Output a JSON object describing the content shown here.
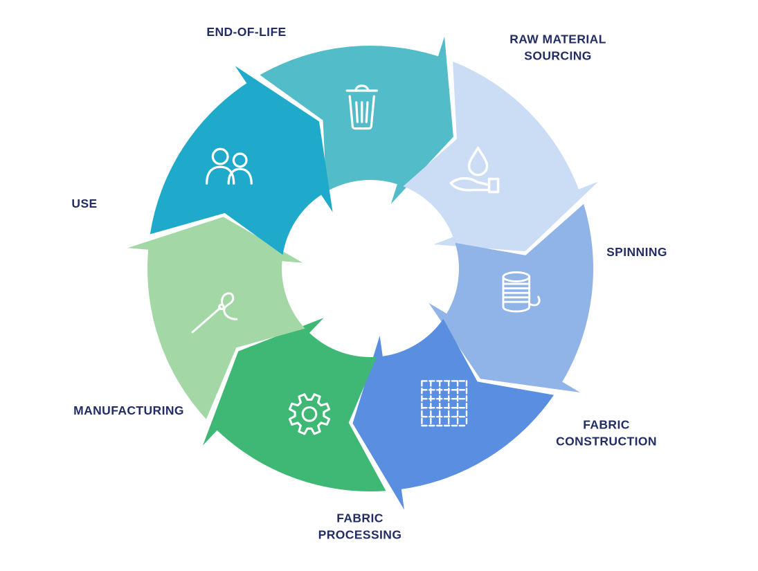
{
  "diagram": {
    "background": "#ffffff",
    "label_color": "#232d64",
    "icon_color": "#ffffff",
    "direction": "clockwise",
    "segments": [
      {
        "id": "end-of-life",
        "label": "END-OF-LIFE",
        "color": "#52bcc8",
        "icon": "trash-icon"
      },
      {
        "id": "raw-material-sourcing",
        "label": "RAW MATERIAL\nSOURCING",
        "color": "#cbdcf5",
        "icon": "water-hand-icon"
      },
      {
        "id": "spinning",
        "label": "SPINNING",
        "color": "#91b4e8",
        "icon": "thread-spool-icon"
      },
      {
        "id": "fabric-construction",
        "label": "FABRIC\nCONSTRUCTION",
        "color": "#5a8ee0",
        "icon": "woven-fabric-icon"
      },
      {
        "id": "fabric-processing",
        "label": "FABRIC\nPROCESSING",
        "color": "#3fb875",
        "icon": "gear-icon"
      },
      {
        "id": "manufacturing",
        "label": "MANUFACTURING",
        "color": "#a3d8a6",
        "icon": "needle-thread-icon"
      },
      {
        "id": "use",
        "label": "USE",
        "color": "#1fa9ca",
        "icon": "people-icon"
      }
    ]
  }
}
